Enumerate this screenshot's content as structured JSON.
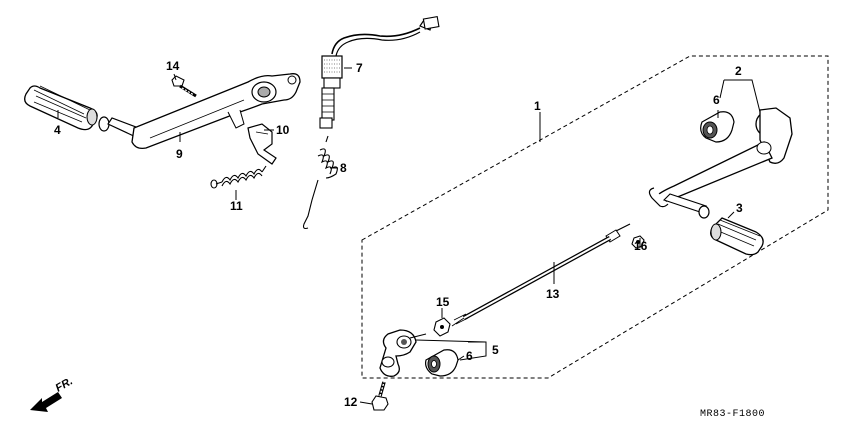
{
  "diagram": {
    "callouts": {
      "c1": "1",
      "c2": "2",
      "c3": "3",
      "c4": "4",
      "c5": "5",
      "c6a": "6",
      "c6b": "6",
      "c7": "7",
      "c8": "8",
      "c9": "9",
      "c10": "10",
      "c11": "11",
      "c12": "12",
      "c13": "13",
      "c14": "14",
      "c15": "15",
      "c16": "16"
    },
    "direction_label": "FR.",
    "part_code": "MR83-F1800"
  },
  "colors": {
    "ink": "#000000",
    "paper": "#ffffff",
    "shade": "#9a9a9a"
  }
}
